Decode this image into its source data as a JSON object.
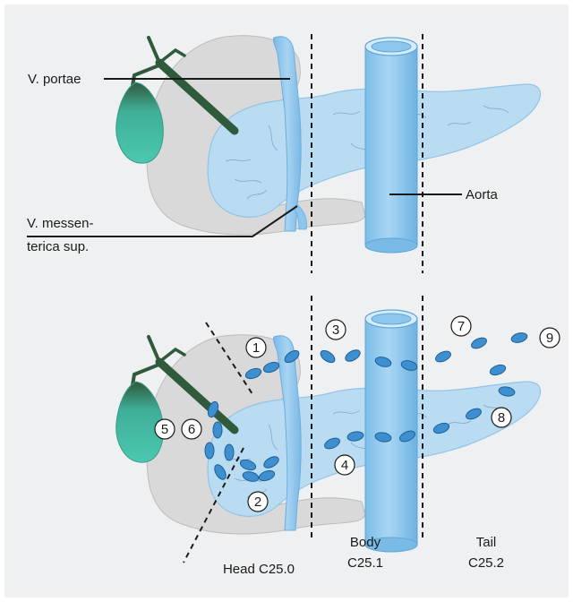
{
  "top_panel": {
    "labels": {
      "portal_vein": "V. portae",
      "smv_line1": "V. messen-",
      "smv_line2": "terica sup.",
      "aorta": "Aorta"
    }
  },
  "bottom_panel": {
    "lymph_node_stations": [
      "1",
      "2",
      "3",
      "4",
      "5",
      "6",
      "7",
      "8",
      "9"
    ],
    "regions": [
      {
        "name": "Head",
        "code": "C25.0"
      },
      {
        "name": "Body",
        "code": "C25.1"
      },
      {
        "name": "Tail",
        "code": "C25.2"
      }
    ]
  },
  "colors": {
    "background_panel": "#eef0f1",
    "duodenum": "#d9d9d9",
    "pancreas": "#b9dcf3",
    "vessel": "#8cc6ec",
    "lymph_node": "#3d8fd0",
    "gallbladder": "#4cc8b0",
    "bile_duct": "#2f5a3c"
  },
  "icons": [
    "gallbladder-icon",
    "aorta-icon",
    "portal-vein-icon",
    "pancreas-icon",
    "duodenum-icon"
  ]
}
